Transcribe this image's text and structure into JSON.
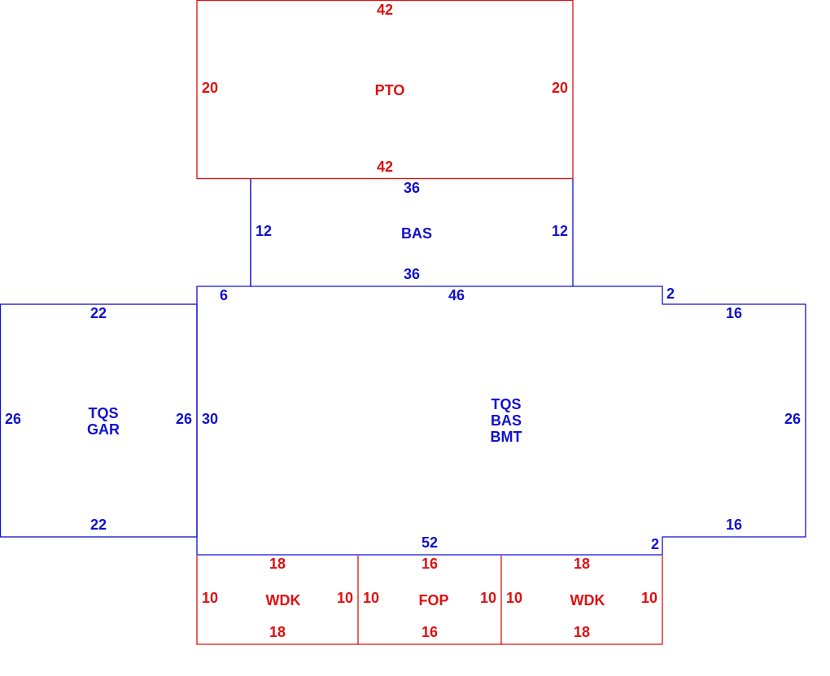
{
  "colors": {
    "red": "#e01010",
    "blue": "#1010d0"
  },
  "areas": {
    "pto": {
      "label": "PTO",
      "top": "42",
      "bottom": "42",
      "left": "20",
      "right": "20"
    },
    "bas": {
      "label": "BAS",
      "top": "36",
      "bottom": "36",
      "left": "12",
      "right": "12"
    },
    "main": {
      "label_lines": [
        "TQS",
        "BAS",
        "BMT"
      ],
      "top_left": "6",
      "top": "46",
      "notch_top": "2",
      "right_top": "16",
      "right": "26",
      "right_bottom": "16",
      "notch_bottom": "2",
      "bottom": "52",
      "left": "30"
    },
    "gar": {
      "label_lines": [
        "TQS",
        "GAR"
      ],
      "top": "22",
      "bottom": "22",
      "left": "26",
      "right": "26"
    },
    "wdk1": {
      "label": "WDK",
      "top": "18",
      "bottom": "18",
      "left": "10",
      "right": "10"
    },
    "fop": {
      "label": "FOP",
      "top": "16",
      "bottom": "16",
      "left": "10",
      "right": "10"
    },
    "wdk2": {
      "label": "WDK",
      "top": "18",
      "bottom": "18",
      "left": "10",
      "right": "10"
    }
  }
}
